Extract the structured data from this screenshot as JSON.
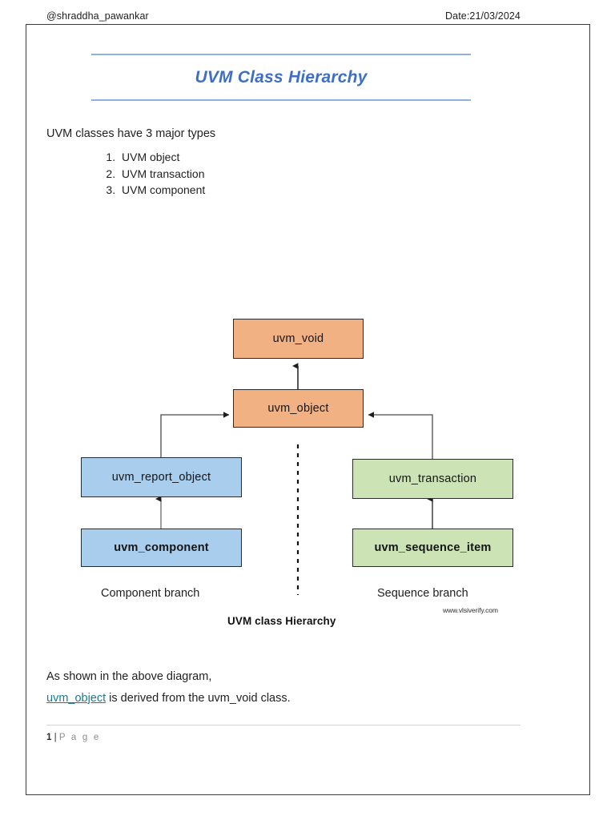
{
  "header": {
    "author": "@shraddha_pawankar",
    "date": "Date:21/03/2024"
  },
  "title": "UVM Class Hierarchy",
  "intro": {
    "line": "UVM classes have 3 major types",
    "items": [
      "UVM object",
      "UVM transaction",
      "UVM component"
    ]
  },
  "diagram": {
    "nodes": {
      "uvm_void": "uvm_void",
      "uvm_object": "uvm_object",
      "uvm_report_object": "uvm_report_object",
      "uvm_component": "uvm_component",
      "uvm_transaction": "uvm_transaction",
      "uvm_sequence_item": "uvm_sequence_item"
    },
    "branch_left_label": "Component branch",
    "branch_right_label": "Sequence branch",
    "caption": "UVM class Hierarchy",
    "watermark": "www.vlsiverify.com",
    "colors": {
      "orange": "#f2b183",
      "blue": "#a9cded",
      "green": "#cbe3b5",
      "border": "#2b2b2b",
      "connector": "#222222"
    }
  },
  "closing": {
    "line1": "As shown in the above diagram,",
    "link_text": "uvm_object",
    "line2_rest": " is derived from the uvm_void class.",
    "link_color": "#1f7a8c"
  },
  "footer": {
    "page_number": "1",
    "separator": "|",
    "word": "P a g e"
  }
}
